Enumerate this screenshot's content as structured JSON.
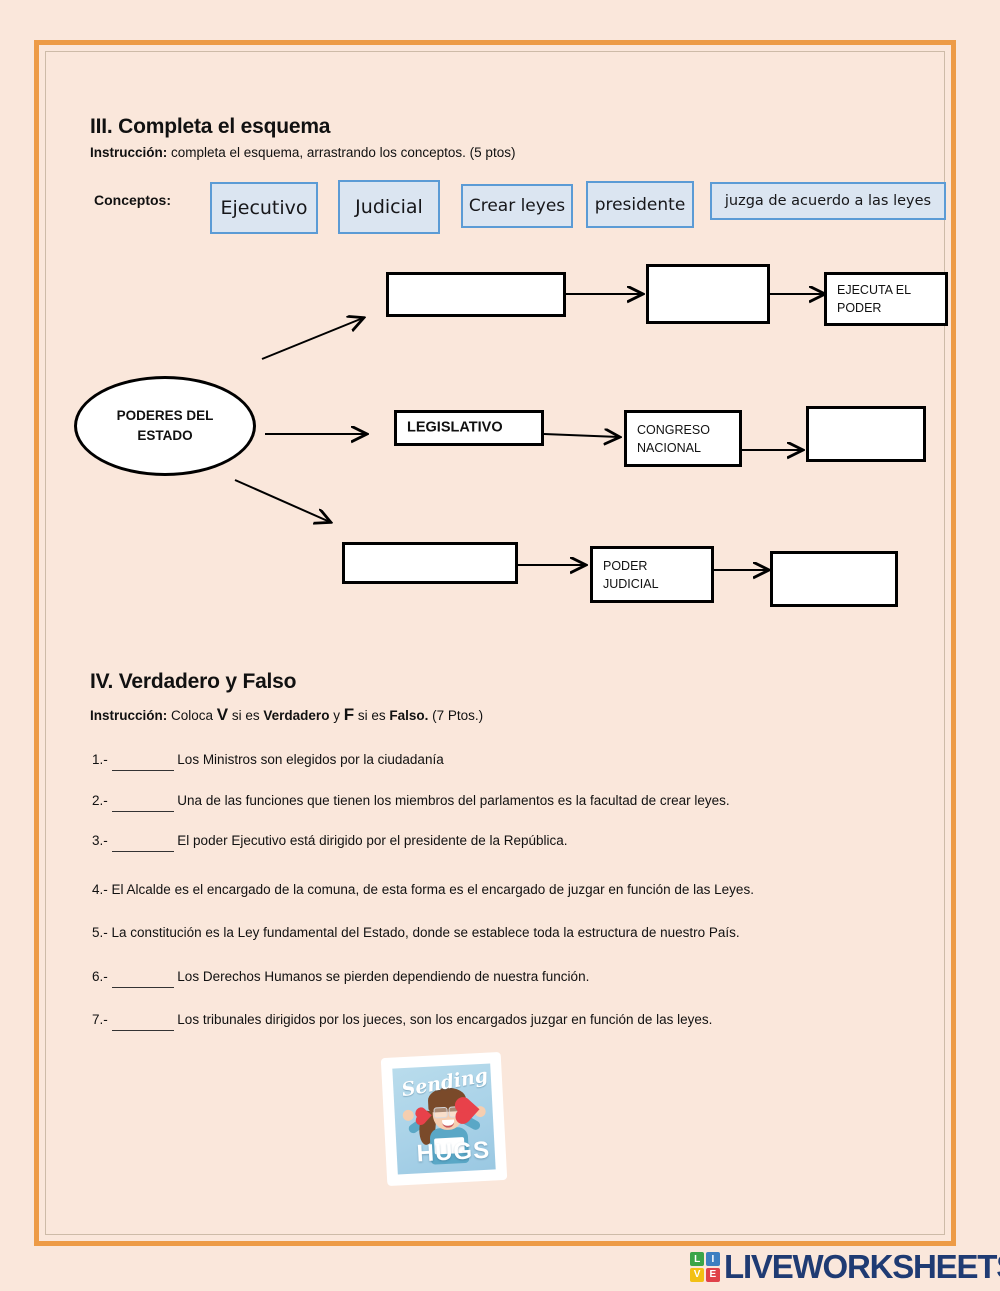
{
  "page": {
    "background_color": "#fae7db",
    "frame_color": "#ed9b46"
  },
  "section3": {
    "title": "III. Completa  el esquema",
    "instruction_label": "Instrucción:",
    "instruction_text": " completa el esquema, arrastrando los conceptos. (5 ptos)",
    "conceptos_label": "Conceptos:",
    "chips": [
      {
        "label": "Ejecutivo"
      },
      {
        "label": "Judicial"
      },
      {
        "label": "Crear leyes"
      },
      {
        "label": "presidente"
      },
      {
        "label": "juzga de acuerdo a las leyes"
      }
    ],
    "diagram": {
      "root": "PODERES DEL\nESTADO",
      "row1": [
        {
          "label": ""
        },
        {
          "label": ""
        },
        {
          "label": "EJECUTA EL\nPODER"
        }
      ],
      "row2": [
        {
          "label": "LEGISLATIVO"
        },
        {
          "label": "CONGRESO\nNACIONAL"
        },
        {
          "label": ""
        }
      ],
      "row3": [
        {
          "label": ""
        },
        {
          "label": "PODER\nJUDICIAL"
        },
        {
          "label": ""
        }
      ]
    }
  },
  "section4": {
    "title": "IV. Verdadero y Falso",
    "instruction_label": "Instrucción:",
    "instruction_p1": " Coloca ",
    "instruction_v": "V",
    "instruction_p2": " si es ",
    "instruction_verdadero": "Verdadero",
    "instruction_p3": " y ",
    "instruction_f": "F",
    "instruction_p4": " si es ",
    "instruction_falso": "Falso.",
    "instruction_p5": " (7 Ptos.)",
    "questions": [
      {
        "num": "1.-",
        "text": "Los Ministros son elegidos por la ciudadanía"
      },
      {
        "num": "2.-",
        "text": "Una de las funciones que tienen los miembros del parlamentos es la facultad de crear leyes."
      },
      {
        "num": "3.-",
        "text": "El poder Ejecutivo está dirigido por el presidente de la República."
      },
      {
        "num": "4.-",
        "text": "El Alcalde es el encargado de la comuna,  de esta forma es el encargado de juzgar en función de las Leyes."
      },
      {
        "num": "5.-",
        "text": "La constitución es la Ley fundamental del Estado, donde se establece toda la estructura de nuestro País."
      },
      {
        "num": "6.-",
        "text": "Los Derechos Humanos se pierden dependiendo de nuestra función."
      },
      {
        "num": "7.-",
        "text": "Los tribunales dirigidos por los jueces, son los encargados juzgar en función de las leyes."
      }
    ]
  },
  "sticker": {
    "top_text": "Sending",
    "bottom_text": "HUGS"
  },
  "footer": {
    "logo_cells": [
      "LI",
      "VE",
      "",
      ""
    ],
    "cell_l": "L",
    "cell_i": "I",
    "cell_v": "V",
    "cell_e": "E",
    "wordmark": "LIVEWORKSHEETS"
  }
}
